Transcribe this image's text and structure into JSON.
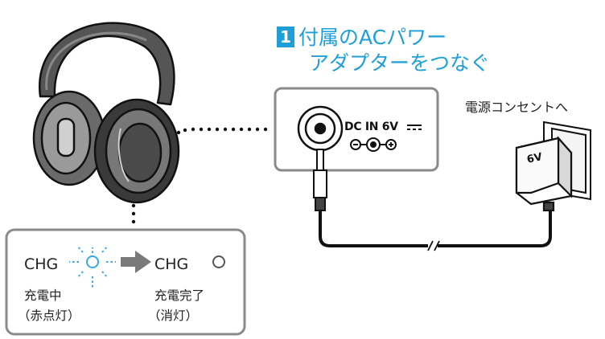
{
  "step": {
    "number": "1",
    "title_line1": "付属のACパワー",
    "title_line2": "アダプターをつなぐ"
  },
  "jack": {
    "label": "DC IN 6V"
  },
  "outlet": {
    "label": "電源コンセントへ"
  },
  "adapter": {
    "voltage": "6V"
  },
  "charge_panel": {
    "left_indicator": "CHG",
    "right_indicator": "CHG",
    "charging_line1": "充電中",
    "charging_line2": "（赤点灯）",
    "complete_line1": "充電完了",
    "complete_line2": "（消灯）"
  },
  "colors": {
    "accent": "#1e9fd8",
    "led_glow": "#3aa8e0",
    "panel_border": "#8a8a8a",
    "arrow": "#7a7a7a"
  },
  "icons": [
    "headphones-icon",
    "dc-jack-icon",
    "polarity-icon",
    "ac-adapter-icon",
    "wall-outlet-icon",
    "led-lit-icon",
    "led-off-icon",
    "arrow-right-icon"
  ]
}
